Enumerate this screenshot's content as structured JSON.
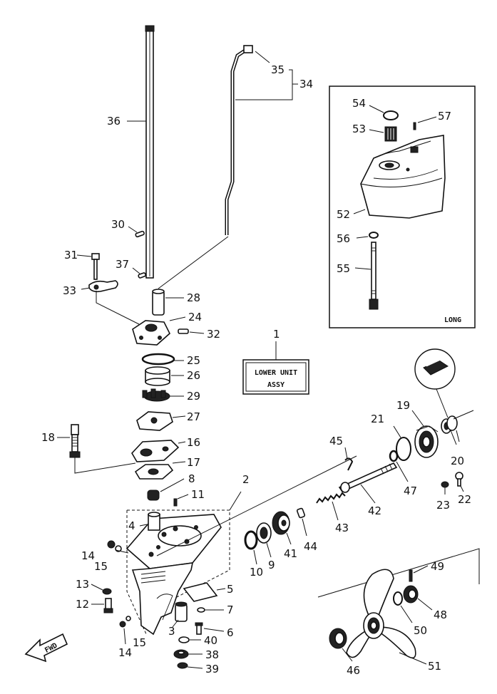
{
  "assembly": {
    "title_line1": "LOWER UNIT",
    "title_line2": "ASSY",
    "ref": "1"
  },
  "inset": {
    "label": "LONG"
  },
  "fwd_arrow": {
    "label": "FWD"
  },
  "callouts": {
    "c2": "2",
    "c3": "3",
    "c4": "4",
    "c5": "5",
    "c6": "6",
    "c7": "7",
    "c8": "8",
    "c9": "9",
    "c10": "10",
    "c11": "11",
    "c12": "12",
    "c13": "13",
    "c14a": "14",
    "c14b": "14",
    "c15a": "15",
    "c15b": "15",
    "c16": "16",
    "c17": "17",
    "c18": "18",
    "c19": "19",
    "c20": "20",
    "c21": "21",
    "c22": "22",
    "c23": "23",
    "c24": "24",
    "c25": "25",
    "c26": "26",
    "c27": "27",
    "c28": "28",
    "c29": "29",
    "c30": "30",
    "c31": "31",
    "c32": "32",
    "c33": "33",
    "c34": "34",
    "c35": "35",
    "c36": "36",
    "c37": "37",
    "c38": "38",
    "c39": "39",
    "c40": "40",
    "c41": "41",
    "c42": "42",
    "c43": "43",
    "c44": "44",
    "c45": "45",
    "c46": "46",
    "c47": "47",
    "c48": "48",
    "c49": "49",
    "c50": "50",
    "c51": "51",
    "c52": "52",
    "c53": "53",
    "c54": "54",
    "c55": "55",
    "c56": "56",
    "c57": "57"
  }
}
